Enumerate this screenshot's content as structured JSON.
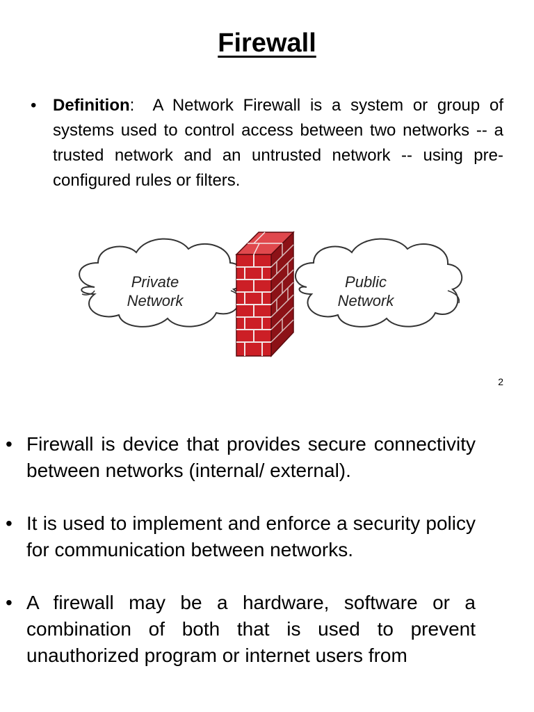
{
  "slide1": {
    "title": "Firewall",
    "definition": {
      "term": "Definition",
      "separator": ":",
      "text": "  A Network Firewall is a system or group of systems used to control access between two networks -- a trusted network and an untrusted network -- using pre-configured rules or filters."
    },
    "diagram": {
      "left_cloud": {
        "line1": "Private",
        "line2": "Network"
      },
      "right_cloud": {
        "line1": "Public",
        "line2": "Network"
      },
      "colors": {
        "brick": "#cc1f26",
        "brick_dark": "#8c1217",
        "mortar": "#f2e6e6",
        "cloud_fill": "#ffffff",
        "cloud_stroke": "#333333"
      }
    },
    "page_number": "2"
  },
  "slide2": {
    "bullet_glyph": "•",
    "points": [
      "Firewall is device that provides secure connectivity between networks (internal/ external).",
      "It is used to implement and enforce a security policy for communication between networks.",
      "A firewall may be a hardware, software or a combination of both that is used to prevent unauthorized program or internet users from"
    ]
  }
}
